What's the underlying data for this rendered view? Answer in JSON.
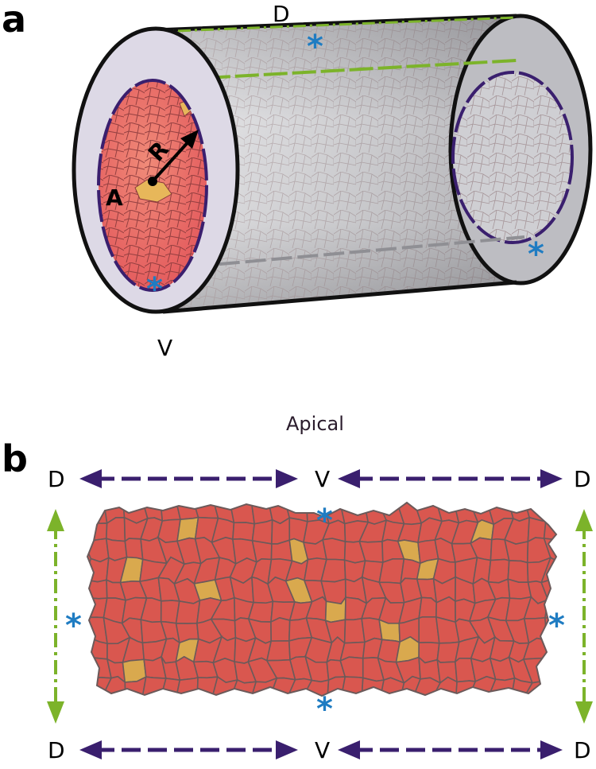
{
  "panel_a": {
    "letter": "a",
    "label_top": "D",
    "label_bottom": "V",
    "label_radius": "R",
    "label_area": "A",
    "asterisk": "*"
  },
  "panel_b": {
    "letter": "b",
    "title": "Apical",
    "top_left": "D",
    "top_middle": "V",
    "top_right": "D",
    "bottom_left": "D",
    "bottom_middle": "V",
    "bottom_right": "D",
    "asterisk": "*"
  },
  "colors": {
    "cell_fill": "#d9574f",
    "cell_edge": "#6b5a5a",
    "highlight_cell": "#d9a94e",
    "arrow_purple": "#3a1f6e",
    "arrow_green": "#7cb32a",
    "asterisk_blue": "#1f7cc2",
    "tube_grey": "#c4c4c8"
  }
}
